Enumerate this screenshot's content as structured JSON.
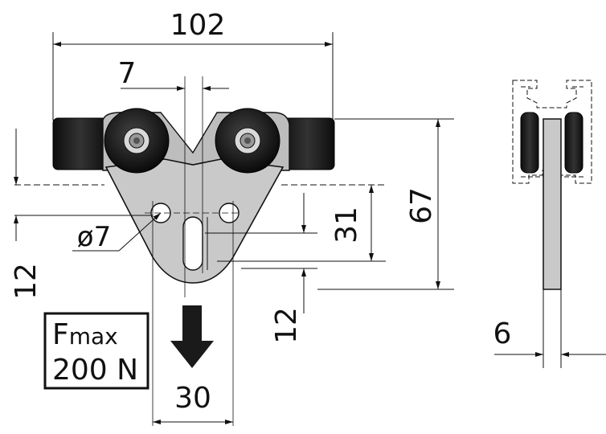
{
  "dimensions": {
    "overall_width": "102",
    "offset": "7",
    "hole_diameter": "ø7",
    "left_height": "12",
    "center_height": "31",
    "total_height": "67",
    "lower_height": "12",
    "slot_width": "30",
    "plate_thickness": "6"
  },
  "load_box": {
    "label_main": "F",
    "label_sub": "max",
    "value": "200 N"
  },
  "colors": {
    "plate": "#c9c9c9",
    "roller": "#1a1a1a",
    "line": "#111111"
  },
  "icons": [
    "arrow-down-icon"
  ]
}
